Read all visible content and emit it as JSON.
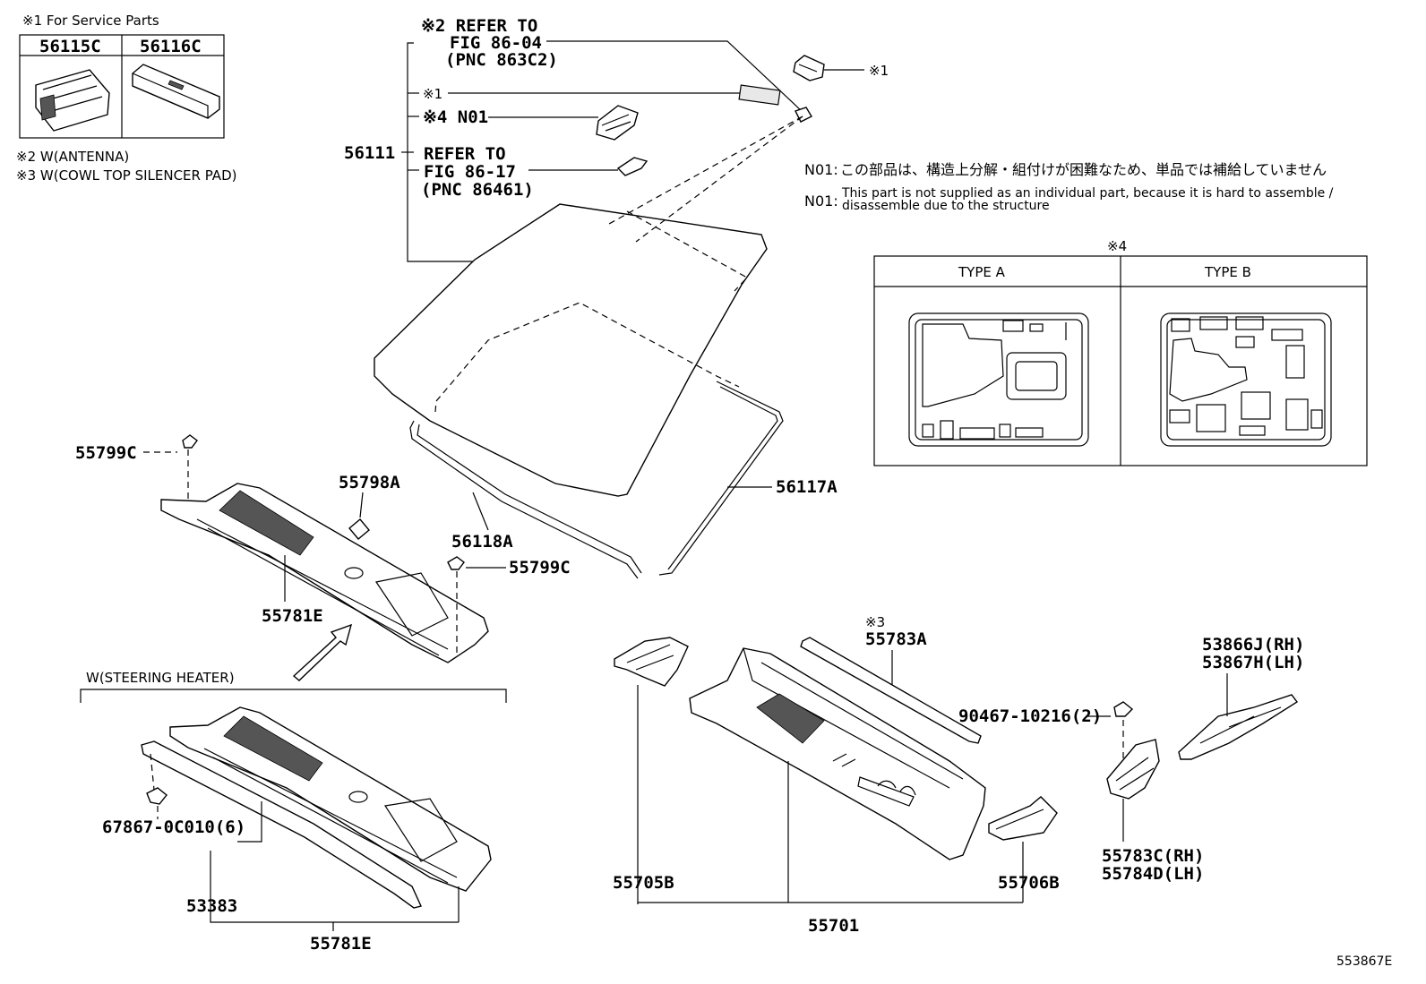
{
  "service_parts": {
    "title": "※1 For Service Parts",
    "col1": "56115C",
    "col2": "56116C"
  },
  "notes_left": {
    "antenna": "※2 W(ANTENNA)",
    "cowl": "※3 W(COWL TOP SILENCER PAD)"
  },
  "callouts": {
    "refer1_line1": "※2 REFER TO",
    "refer1_line2": "FIG 86-04",
    "refer1_line3": "(PNC 863C2)",
    "mark1": "※1",
    "mark1b": "※1",
    "n01": "※4 N01",
    "p56111": "56111",
    "refer2_line1": "REFER TO",
    "refer2_line2": "FIG 86-17",
    "refer2_line3": "(PNC 86461)"
  },
  "n01_note": {
    "jp_label": "N01:",
    "jp_text": "この部品は、構造上分解・組付けが困難なため、単品では補給していません",
    "en_label": "N01:",
    "en_text1": "This part is not supplied as an individual part, because it is hard to assemble /",
    "en_text2": "disassemble due to the structure"
  },
  "type_box": {
    "mark": "※4",
    "type_a": "TYPE A",
    "type_b": "TYPE B"
  },
  "part_labels": {
    "p55799C_1": "55799C",
    "p55798A": "55798A",
    "p55799C_2": "55799C",
    "p56118A": "56118A",
    "p56117A": "56117A",
    "p55781E_1": "55781E",
    "steering_heater": "W(STEERING HEATER)",
    "p67867": "67867-0C010(6)",
    "p53383": "53383",
    "p55781E_2": "55781E",
    "mark3": "※3",
    "p55783A": "55783A",
    "p90467": "90467-10216(2)",
    "p53866J": "53866J(RH)",
    "p53867H": "53867H(LH)",
    "p55705B": "55705B",
    "p55706B": "55706B",
    "p55701": "55701",
    "p55783C": "55783C(RH)",
    "p55784D": "55784D(LH)",
    "figure_id": "553867E"
  }
}
